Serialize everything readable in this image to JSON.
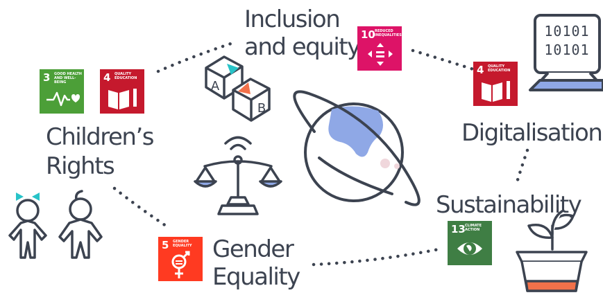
{
  "labels": {
    "inclusion": [
      "Inclusion",
      "and equity"
    ],
    "children": [
      "Children’s",
      "Rights"
    ],
    "digital": "Digitalisation",
    "sustain": "Sustainability",
    "gender": [
      "Gender",
      "Equality"
    ]
  },
  "sdgs": [
    {
      "id": "sdg3",
      "number": "3",
      "title": "Good health and well-being",
      "color": "#4c9f38",
      "icon": "heartbeat-icon"
    },
    {
      "id": "sdg4a",
      "number": "4",
      "title": "Quality education",
      "color": "#c5192d",
      "icon": "book-pencil-icon"
    },
    {
      "id": "sdg10",
      "number": "10",
      "title": "Reduced inequalities",
      "color": "#dd1367",
      "icon": "equal-arrows-icon"
    },
    {
      "id": "sdg4b",
      "number": "4",
      "title": "Quality education",
      "color": "#c5192d",
      "icon": "book-pencil-icon"
    },
    {
      "id": "sdg5",
      "number": "5",
      "title": "Gender equality",
      "color": "#ff3a21",
      "icon": "gender-symbol-icon"
    },
    {
      "id": "sdg13",
      "number": "13",
      "title": "Climate action",
      "color": "#3f7e44",
      "icon": "eye-globe-icon"
    }
  ],
  "computer": {
    "screen_lines": [
      "10101",
      "10101"
    ]
  },
  "blocks": {
    "letters": [
      "A",
      "B"
    ],
    "accents": [
      "#28c3c8",
      "#f2714a"
    ]
  },
  "colors": {
    "line": "#3c4350",
    "planet_blue": "#8fa8e6",
    "planet_pink": "#f0d7dc",
    "child_cyan": "#28c3c8",
    "child_orange": "#f2714a",
    "pot_fill": "#f2714a"
  }
}
